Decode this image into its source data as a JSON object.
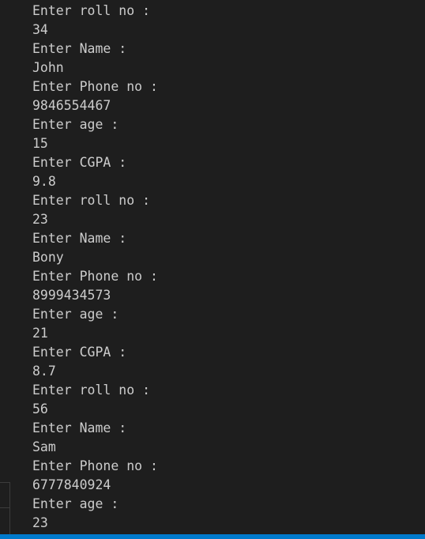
{
  "terminal": {
    "lines": [
      "Enter roll no :",
      "34",
      "Enter Name :",
      "John",
      "Enter Phone no :",
      "9846554467",
      "Enter age :",
      "15",
      "Enter CGPA :",
      "9.8",
      "Enter roll no :",
      "23",
      "Enter Name :",
      "Bony",
      "Enter Phone no :",
      "8999434573",
      "Enter age :",
      "21",
      "Enter CGPA :",
      "8.7",
      "Enter roll no :",
      "56",
      "Enter Name :",
      "Sam",
      "Enter Phone no :",
      "6777840924",
      "Enter age :",
      "23"
    ]
  },
  "colors": {
    "background": "#1e1e1e",
    "text": "#cccccc",
    "status_bar": "#007acc"
  }
}
